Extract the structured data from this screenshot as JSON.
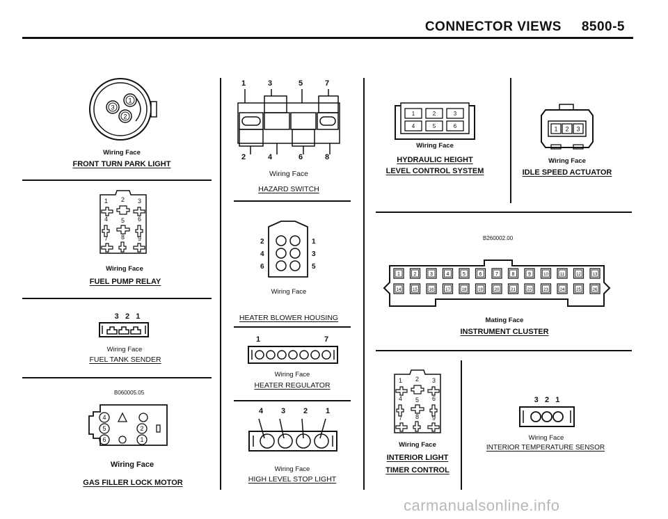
{
  "header": {
    "title": "CONNECTOR VIEWS",
    "page": "8500-5"
  },
  "connectors": {
    "front_turn_park_light": {
      "face": "Wiring Face",
      "title": "FRONT TURN PARK LIGHT",
      "pins": [
        "1",
        "2",
        "3"
      ]
    },
    "fuel_pump_relay": {
      "face": "Wiring Face",
      "title": "FUEL PUMP RELAY",
      "pins": [
        "1",
        "2",
        "3",
        "4",
        "5",
        "6",
        "7",
        "8",
        "9"
      ]
    },
    "fuel_tank_sender": {
      "face": "Wiring Face",
      "title": "FUEL TANK SENDER",
      "pins": [
        "3",
        "2",
        "1"
      ]
    },
    "gas_filler_lock_motor": {
      "code": "B060005.05",
      "face": "Wiring Face",
      "title": "GAS FILLER LOCK MOTOR",
      "pins": [
        "4",
        "5",
        "2",
        "6",
        "1"
      ]
    },
    "hazard_switch": {
      "face": "Wiring Face",
      "title": "HAZARD SWITCH",
      "top_pins": [
        "1",
        "3",
        "5",
        "7"
      ],
      "bottom_pins": [
        "2",
        "4",
        "6",
        "8"
      ]
    },
    "heater_blower_housing": {
      "face": "Wiring Face",
      "title": "HEATER BLOWER HOUSING",
      "left_pins": [
        "2",
        "4",
        "6"
      ],
      "right_pins": [
        "1",
        "3",
        "5"
      ]
    },
    "heater_regulator": {
      "face": "Wiring Face",
      "title": "HEATER REGULATOR",
      "pins": [
        "1",
        "7"
      ]
    },
    "high_level_stop_light": {
      "face": "Wiring Face",
      "title": "HIGH LEVEL STOP LIGHT",
      "pins": [
        "4",
        "3",
        "2",
        "1"
      ]
    },
    "hydraulic_height": {
      "face": "Wiring Face",
      "title_line1": "HYDRAULIC HEIGHT",
      "title_line2": "LEVEL CONTROL SYSTEM",
      "pins": [
        "1",
        "2",
        "3",
        "4",
        "5",
        "6"
      ]
    },
    "idle_speed_actuator": {
      "face": "Wiring Face",
      "title": "IDLE SPEED ACTUATOR",
      "pins": [
        "1",
        "2",
        "3"
      ]
    },
    "instrument_cluster": {
      "code": "B260002.00",
      "face": "Mating Face",
      "title": "INSTRUMENT CLUSTER",
      "top_pins": [
        "1",
        "2",
        "3",
        "4",
        "5",
        "6",
        "7",
        "8",
        "9",
        "10",
        "11",
        "12",
        "13"
      ],
      "bottom_pins": [
        "14",
        "15",
        "16",
        "17",
        "18",
        "19",
        "20",
        "21",
        "22",
        "23",
        "24",
        "25",
        "26"
      ]
    },
    "interior_light_timer": {
      "face": "Wiring Face",
      "title_line1": "INTERIOR LIGHT",
      "title_line2": "TIMER CONTROL",
      "pins": [
        "1",
        "2",
        "3",
        "4",
        "5",
        "6",
        "7",
        "8",
        "9"
      ]
    },
    "interior_temperature_sensor": {
      "face": "Wiring Face",
      "title": "INTERIOR TEMPERATURE SENSOR",
      "pins": [
        "3",
        "2",
        "1"
      ]
    }
  },
  "watermark": "carmanualsonline.info"
}
